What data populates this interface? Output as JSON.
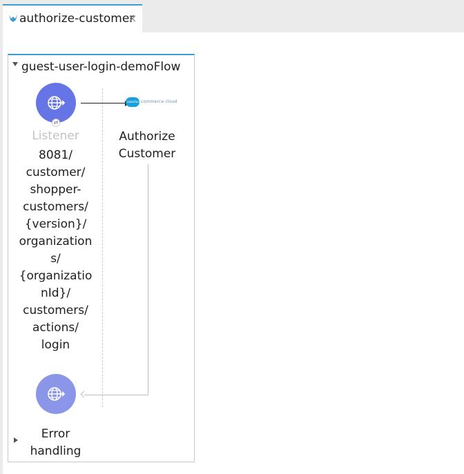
{
  "tab": {
    "title": "authorize-customer",
    "close_icon": "×",
    "icon": "mule-icon"
  },
  "flow": {
    "name": "guest-user-login-demoFlow",
    "source": {
      "label": "Listener",
      "path_lines": [
        "8081/",
        "customer/",
        "shopper-",
        "customers/",
        "{version}/",
        "organization",
        "s/",
        "{organizatio",
        "nId}/",
        "customers/",
        "actions/",
        "login"
      ],
      "icon": "globe-arrow-icon",
      "badge": "⇄"
    },
    "operation": {
      "logo_cloud_text": "salesforce",
      "logo_text": "commerce cloud",
      "label_lines": [
        "Authorize",
        "Customer"
      ]
    },
    "error": {
      "label_lines": [
        "Error",
        "handling"
      ],
      "icon": "globe-arrow-icon"
    }
  },
  "colors": {
    "accent": "#3d9bd6",
    "node_main": "#6675e6",
    "node_error": "#8c96e8",
    "salesforce_blue": "#17a0db"
  }
}
